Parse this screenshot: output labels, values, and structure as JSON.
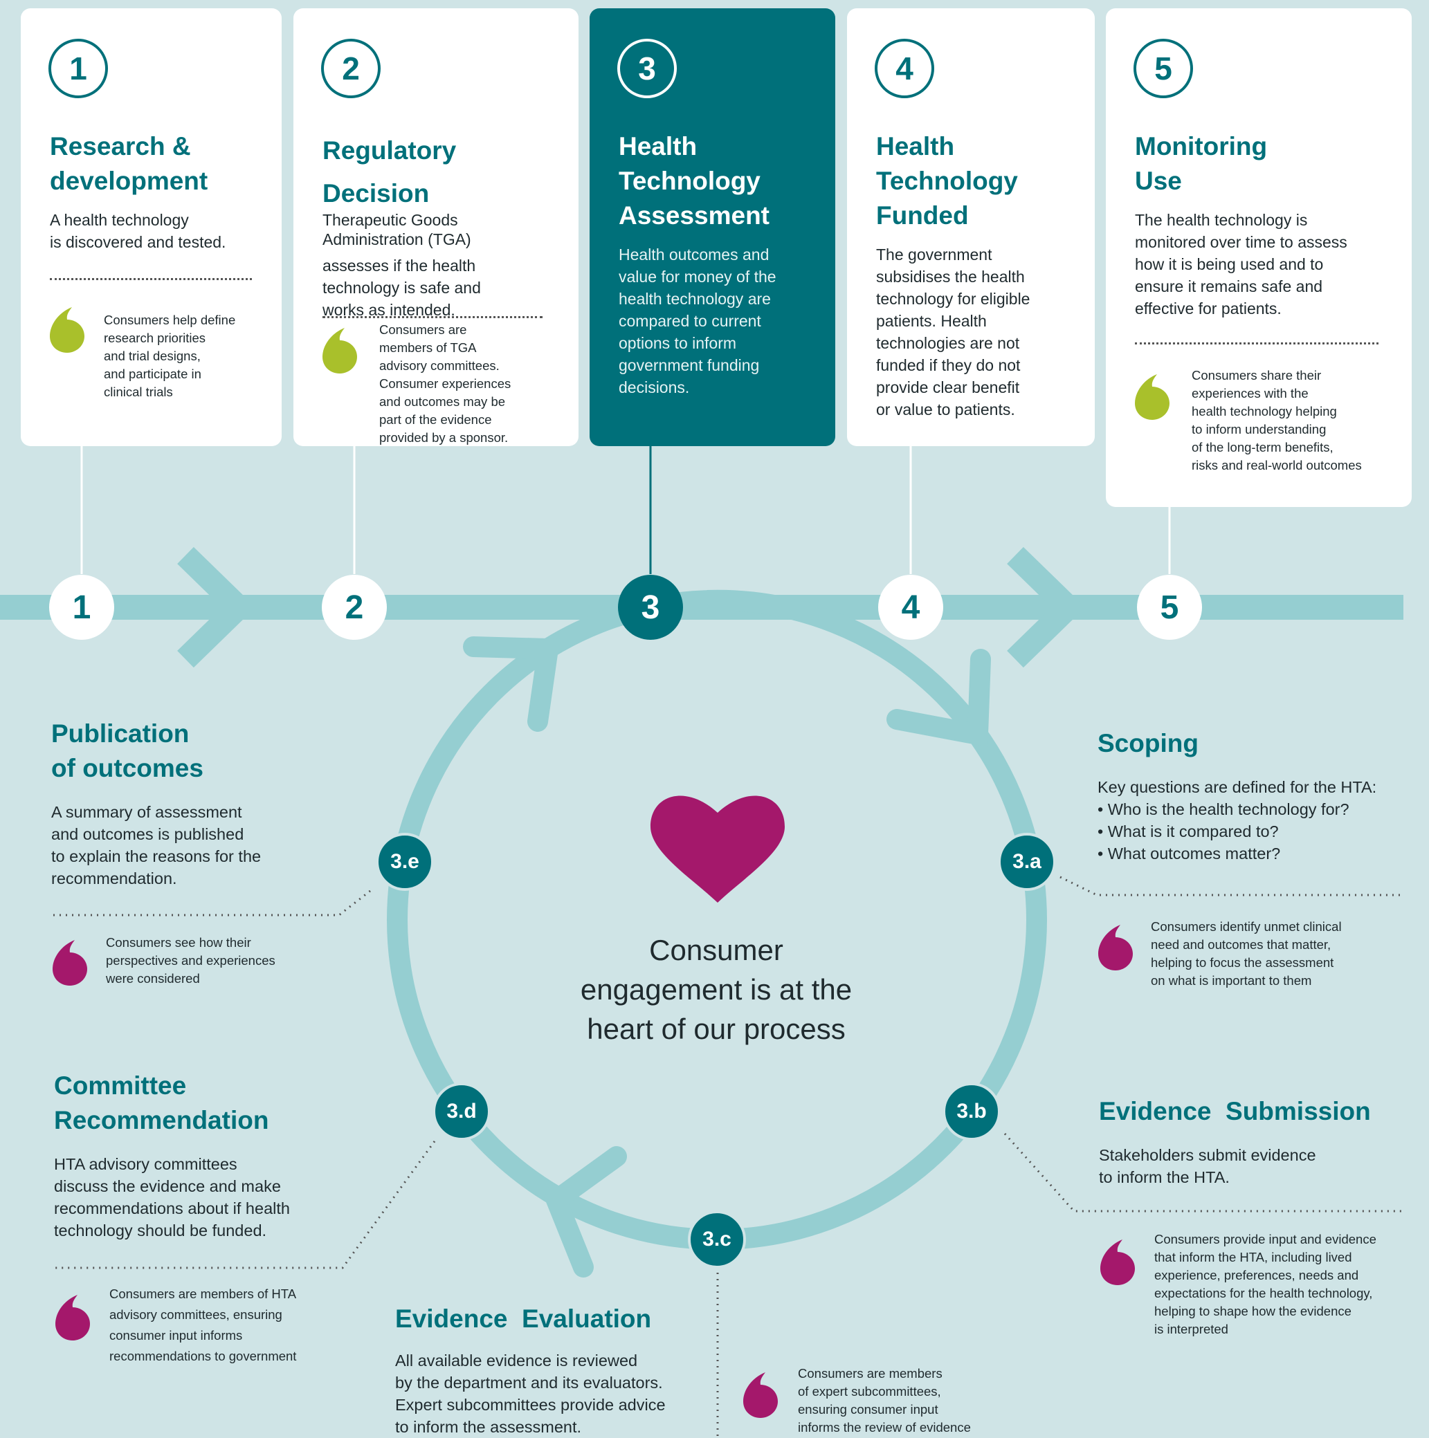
{
  "colors": {
    "teal": "#00707a",
    "light_teal": "#95ced1",
    "background": "#cfe4e6",
    "lime": "#a9c02b",
    "magenta": "#a4186b"
  },
  "stages": [
    {
      "number": "1",
      "title": "Research &\ndevelopment",
      "description": "A health technology\nis discovered and tested.",
      "note": "Consumers help define\nresearch priorities\nand trial designs,\nand participate in\nclinical trials",
      "icon": "quote-icon"
    },
    {
      "number": "2",
      "title": "Regulatory\nDecision",
      "description_a": "Therapeutic Goods\nAdministration (TGA)",
      "description_b": "assesses if the health\ntechnology is safe and\nworks as intended.",
      "note": "Consumers are\nmembers of TGA\nadvisory committees.\nConsumer experiences\nand outcomes may be\npart of the evidence\nprovided by a sponsor.",
      "icon": "quote-icon"
    },
    {
      "number": "3",
      "title": "Health\nTechnology\nAssessment",
      "description": "Health outcomes and\nvalue for money of the\nhealth technology are\ncompared to current\noptions to inform\ngovernment funding\ndecisions."
    },
    {
      "number": "4",
      "title": "Health\nTechnology\nFunded",
      "description": "The government\nsubsidises the health\ntechnology for eligible\npatients. Health\ntechnologies are not\nfunded if they do not\nprovide clear benefit\nor value to patients."
    },
    {
      "number": "5",
      "title": "Monitoring\nUse",
      "description": "The health technology is\nmonitored over time to assess\nhow it is being used and to\nensure it remains safe and\neffective for patients.",
      "note": "Consumers share their\nexperiences with the\nhealth technology helping\nto inform understanding\nof the long-term benefits,\nrisks and real-world outcomes",
      "icon": "quote-icon"
    }
  ],
  "center": {
    "text": "Consumer\nengagement is at the\nheart of our process",
    "icon": "heart-icon"
  },
  "substeps": [
    {
      "id": "3.a",
      "title": "Scoping",
      "description": "Key questions are defined for the HTA:\n• Who is the health technology for?\n• What is it compared to?\n• What outcomes matter?",
      "note": "Consumers identify unmet clinical\nneed and outcomes that matter,\nhelping to focus the assessment\non what is important to them"
    },
    {
      "id": "3.b",
      "title": "Evidence  Submission",
      "description": "Stakeholders submit evidence\nto inform the HTA.",
      "note": "Consumers provide input and evidence\nthat inform the HTA, including lived\nexperience, preferences, needs and\nexpectations for the health technology,\nhelping to shape how the evidence\nis interpreted"
    },
    {
      "id": "3.c",
      "title": "Evidence  Evaluation",
      "description": "All available evidence is reviewed\nby the department and its evaluators.\nExpert subcommittees provide advice\nto inform the assessment.",
      "note": "Consumers are members\nof expert subcommittees,\nensuring consumer input\ninforms the review of evidence"
    },
    {
      "id": "3.d",
      "title": "Committee\nRecommendation",
      "description": "HTA advisory committees\ndiscuss the evidence and make\nrecommendations about if health\ntechnology should be funded.",
      "note": "Consumers are members of HTA\nadvisory committees, ensuring\nconsumer input informs\nrecommendations to government"
    },
    {
      "id": "3.e",
      "title": "Publication\nof outcomes",
      "description": "A summary of assessment\nand outcomes is published\nto explain the reasons for the\nrecommendation.",
      "note": "Consumers see how their\nperspectives and experiences\nwere considered"
    }
  ]
}
